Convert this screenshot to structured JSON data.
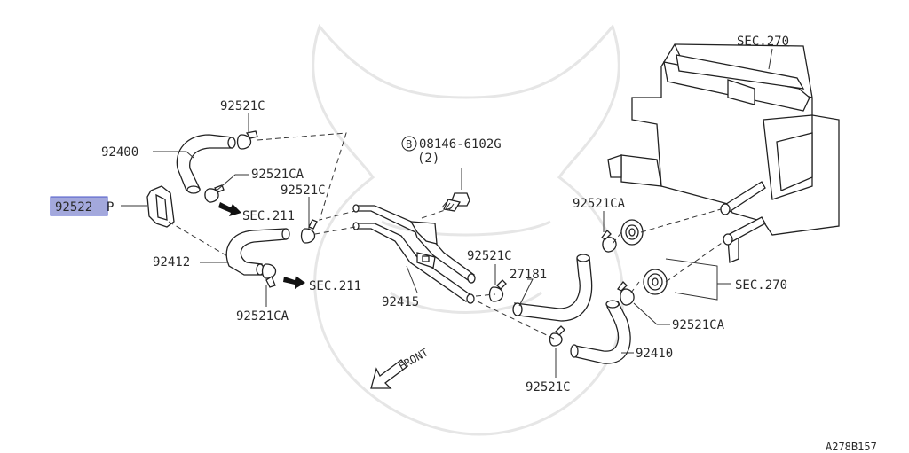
{
  "labels": {
    "sec270_top": "SEC.270",
    "p92521c_top": "92521C",
    "p92400": "92400",
    "p92521ca_1": "92521CA",
    "p92522": "92522",
    "p92522_suffix": "P",
    "sec211_a": "SEC.211",
    "p92521c_mid": "92521C",
    "p92412": "92412",
    "sec211_b": "SEC.211",
    "p92521ca_2": "92521CA",
    "p92415": "92415",
    "bolt_code": "08146-6102G",
    "bolt_qty": "(2)",
    "bolt_symbol": "B",
    "p92521c_center": "92521C",
    "p27181": "27181",
    "p92521ca_right": "92521CA",
    "sec270_right": "SEC.270",
    "p92521ca_lower": "92521CA",
    "p92410": "92410",
    "p92521c_bottom": "92521C",
    "front": "FRONT",
    "diagram_id": "A278B157"
  },
  "colors": {
    "highlight_fill": "#a3a8dc",
    "highlight_stroke": "#4a55c8",
    "line": "#222222",
    "watermark": "#e6e6e6"
  }
}
